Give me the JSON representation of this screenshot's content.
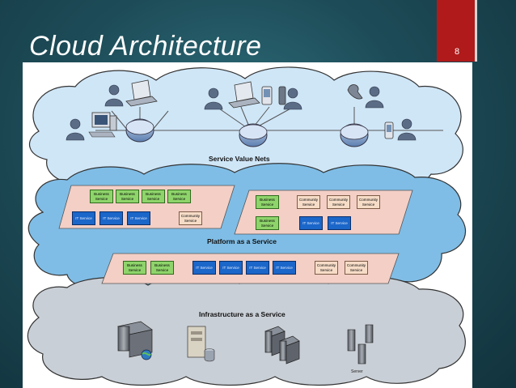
{
  "slide": {
    "title": "Cloud Architecture",
    "page_number": "8"
  },
  "layers": {
    "service_value_nets": "Service Value Nets",
    "platform": "Platform as a Service",
    "infrastructure": "Infrastructure as a Service"
  },
  "services": {
    "business": "Business Service",
    "it": "IT Service",
    "community": "Community Service"
  },
  "server_label": "Server",
  "colors": {
    "business": "#8ed46b",
    "it": "#1b66c9",
    "community": "#f6dcc7",
    "top_cloud": "#cfe6f7",
    "platform_cloud": "#7fbde6",
    "infra_cloud": "#c9cfd6",
    "accent_red": "#b01a1a"
  },
  "icons": [
    "person-icon",
    "laptop-icon",
    "desktop-computer-icon",
    "pda-icon",
    "phone-icon",
    "network-hub-icon",
    "server-icon",
    "database-icon"
  ]
}
